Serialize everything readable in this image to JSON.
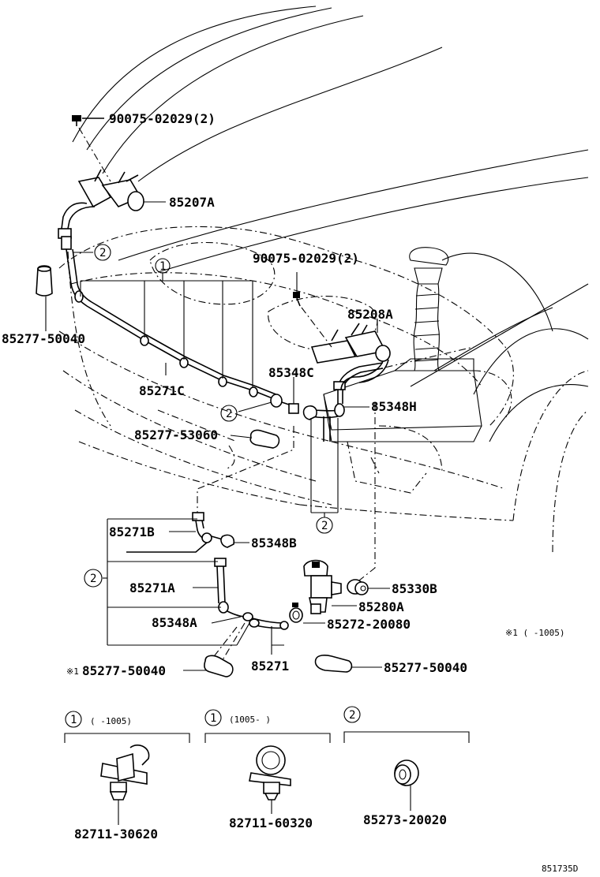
{
  "labels": {
    "bolt_top": "90075-02029(2)",
    "nozzle_left": "85207A",
    "bolt_mid": "90075-02029(2)",
    "nozzle_right": "85208A",
    "plug_left": "85277-50040",
    "hose_main": "85271C",
    "joint_c": "85348C",
    "joint_h": "85348H",
    "plug_mid": "85277-53060",
    "hose_b": "85271B",
    "joint_b": "85348B",
    "hose_a": "85271A",
    "grommet": "85330B",
    "pump": "85280A",
    "joint_a": "85348A",
    "clamp": "85272-20080",
    "plug_bottom_left": "85277-50040",
    "plug_bottom_left_mark": "※1",
    "hose_bottom": "85271",
    "plug_bottom_right": "85277-50040",
    "note": "※1 (      -1005)",
    "footer_code": "851735D"
  },
  "callouts": {
    "c1": "1",
    "c2": "2"
  },
  "legend": {
    "a_range": "(    -1005)",
    "a_part": "82711-30620",
    "b_range": "(1005-    )",
    "b_part": "82711-60320",
    "c_part": "85273-20020"
  }
}
